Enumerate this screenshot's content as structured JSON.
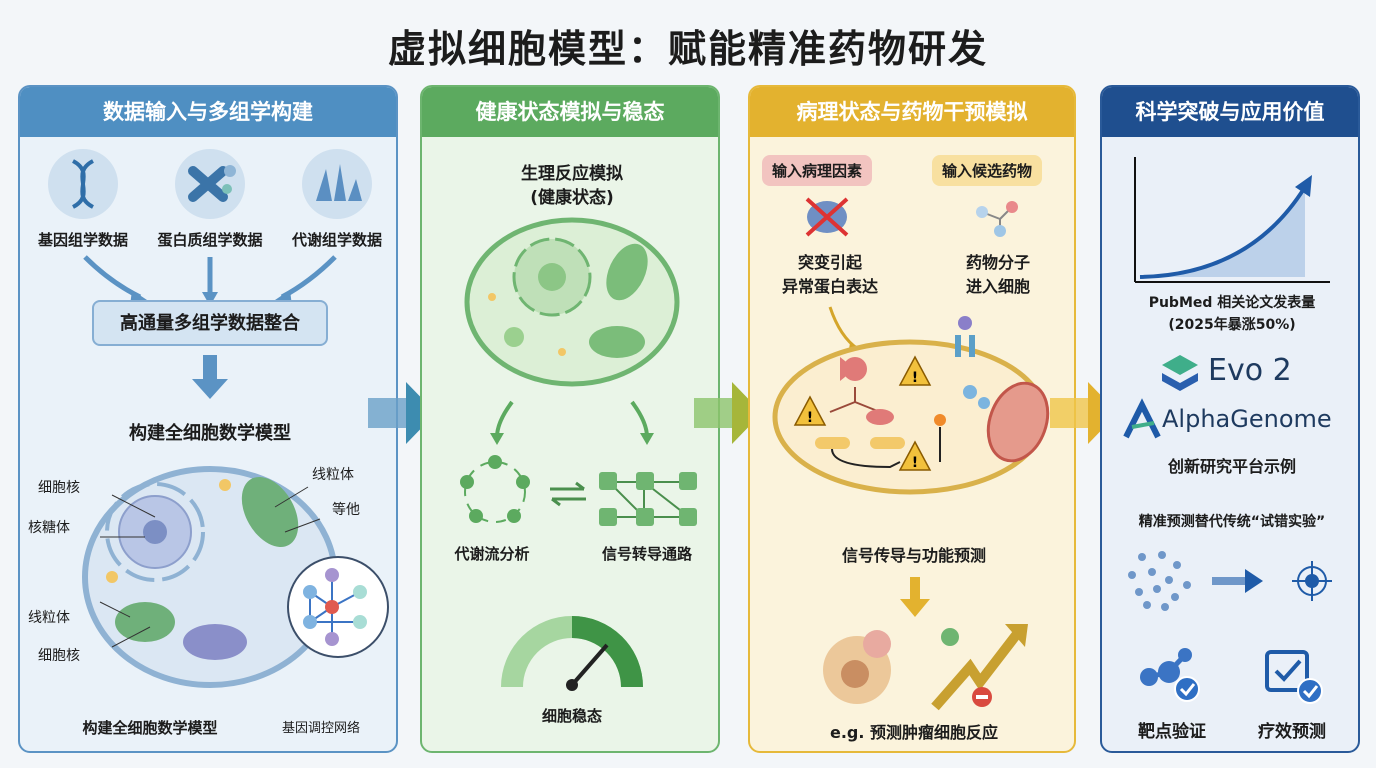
{
  "title": "虚拟细胞模型：赋能精准药物研发",
  "panel1": {
    "header": "数据输入与多组学构建",
    "inputs": [
      "基因组学数据",
      "蛋白质组学数据",
      "代谢组学数据"
    ],
    "integration": "高通量多组学数据整合",
    "model_title": "构建全细胞数学模型",
    "labels": {
      "nucleus": "细胞核",
      "ribosome": "核糖体",
      "mito_left": "线粒体",
      "nucleus2": "细胞核",
      "mito_right": "线粒体",
      "others": "等他",
      "grn": "基因调控网络"
    },
    "footer": "构建全细胞数学模型",
    "color": "#4a8cbf"
  },
  "panel2": {
    "header": "健康状态模拟与稳态",
    "sim_title": "生理反应模拟",
    "sim_sub": "(健康状态)",
    "flux": "代谢流分析",
    "signal": "信号转导通路",
    "homeostasis": "细胞稳态",
    "color": "#5aaa5e"
  },
  "panel3": {
    "header": "病理状态与药物干预模拟",
    "input_patho": "输入病理因素",
    "input_drug": "输入候选药物",
    "mutation_line1": "突变引起",
    "mutation_line2": "异常蛋白表达",
    "drug_line1": "药物分子",
    "drug_line2": "进入细胞",
    "signal_pred": "信号传导与功能预测",
    "tumor": "e.g. 预测肿瘤细胞反应",
    "color": "#e2b22c"
  },
  "panel4": {
    "header": "科学突破与应用价值",
    "chart_caption1": "PubMed 相关论文发表量",
    "chart_caption2": "(2025年暴涨50%)",
    "platform1": "Evo 2",
    "platform2": "AlphaGenome",
    "platform_caption": "创新研究平台示例",
    "precision": "精准预测替代传统“试错实验”",
    "target": "靶点验证",
    "efficacy": "疗效预测",
    "color": "#1f4f8f"
  }
}
